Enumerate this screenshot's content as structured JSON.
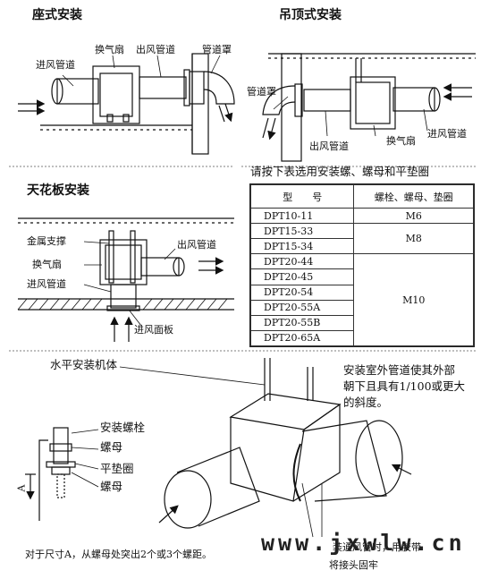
{
  "panel_seat": {
    "title": "座式安装",
    "inlet_duct": "进风管道",
    "fan": "换气扇",
    "outlet_duct": "出风管道",
    "duct_cover": "管道罩"
  },
  "panel_ceiling_hung": {
    "title": "吊顶式安装",
    "duct_cover": "管道罩",
    "outlet_duct": "出风管道",
    "fan": "换气扇",
    "inlet_duct": "进风管道"
  },
  "panel_ceiling_board": {
    "title": "天花板安装",
    "metal_support": "金属支撑",
    "fan": "换气扇",
    "inlet_duct": "进风管道",
    "outlet_duct": "出风管道",
    "inlet_panel": "进风面板"
  },
  "spec_table": {
    "title": "请按下表选用安装螺、螺母和平垫圈",
    "header_model": "型　　号",
    "header_spec": "螺栓、螺母、垫圈",
    "models": [
      "DPT10-11",
      "DPT15-33",
      "DPT15-34",
      "DPT20-44",
      "DPT20-45",
      "DPT20-54",
      "DPT20-55A",
      "DPT20-55B",
      "DPT20-65A"
    ],
    "specs": [
      "M6",
      "M8",
      "M10"
    ]
  },
  "panel_horizontal": {
    "title": "水平安装机体",
    "outdoor_note_1": "安装室外管道使其外部",
    "outdoor_note_2": "朝下且具有1/100或更大",
    "outdoor_note_3": "的斜度。",
    "bolt": "安装螺栓",
    "nut_top": "螺母",
    "washer": "平垫圈",
    "nut_bottom": "螺母",
    "dim_a": "A",
    "note_a": "对于尺寸A，从螺母处突出2个或3个螺距。",
    "joint_note_1": "装通风管时，用胶带",
    "joint_note_2": "将接头固牢"
  },
  "watermark": "www.jxwlw.cn"
}
